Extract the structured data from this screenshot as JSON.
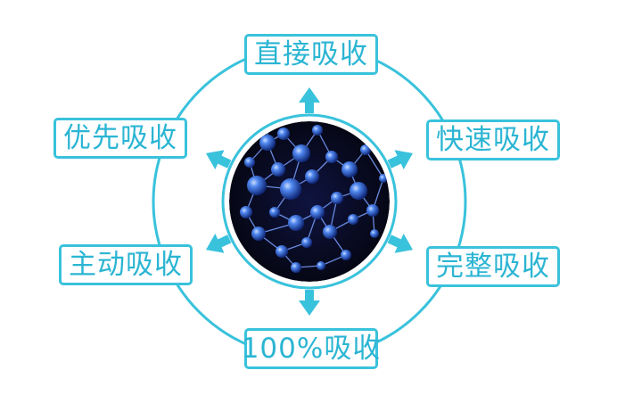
{
  "diagram": {
    "center": {
      "image": "molecular-structure"
    },
    "labels": {
      "top": "直接吸收",
      "upper_left": "优先吸收",
      "upper_right": "快速吸收",
      "lower_left": "主动吸收",
      "lower_right": "完整吸收",
      "bottom": "100%吸收"
    },
    "colors": {
      "accent": "#39c2dc",
      "label_text": "#2bb5d3",
      "molecule_background": "#0a0a18",
      "molecule_atoms": "#3a6fe0"
    }
  }
}
